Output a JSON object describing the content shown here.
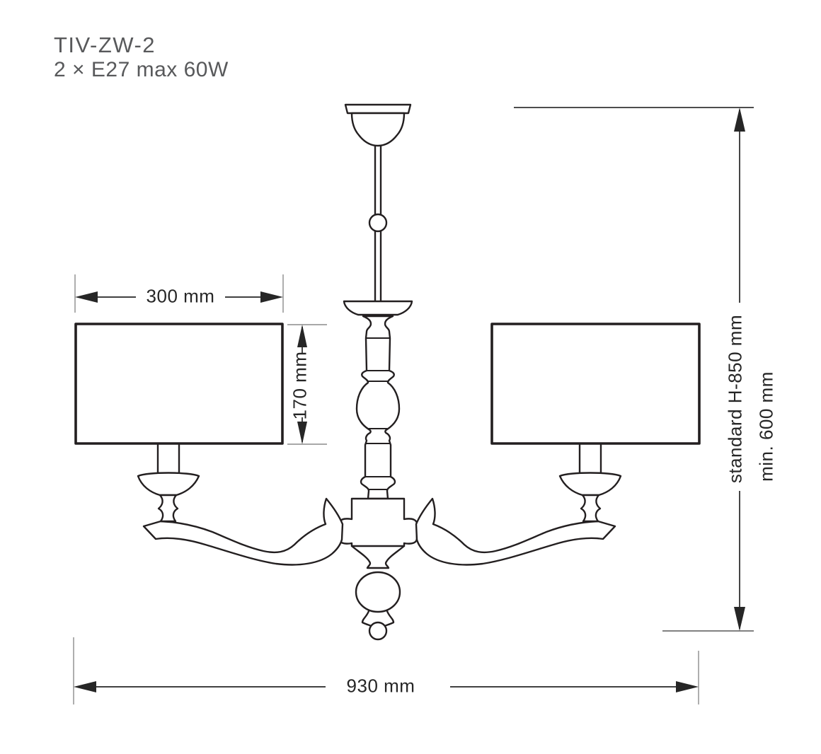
{
  "product": {
    "model": "TIV-ZW-2",
    "lamping": "2 × E27 max 60W"
  },
  "dimensions": {
    "shade_width": "300 mm",
    "shade_height": "170 mm",
    "overall_width": "930 mm",
    "suspension_standard": "standard H-850 mm",
    "suspension_min": "min. 600 mm"
  },
  "colors": {
    "background": "#ffffff",
    "drawing_line": "#231f20",
    "dimension_line": "#262626",
    "extension_line": "#8b8b8b",
    "reference_line": "#4d4d4d",
    "label_text": "#58595b"
  }
}
